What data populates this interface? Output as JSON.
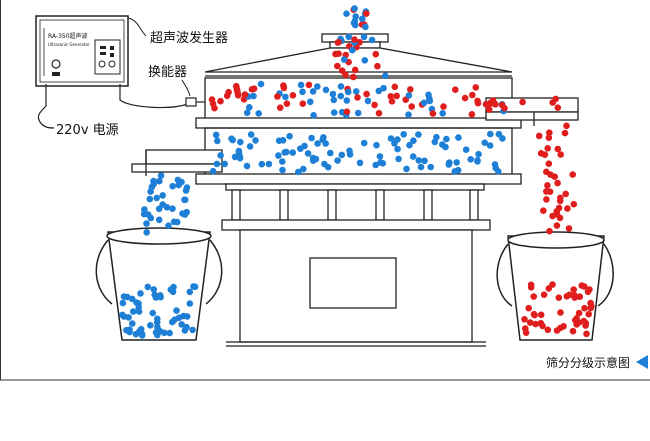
{
  "labels": {
    "generator": "超声波发生器",
    "transducer": "换能器",
    "power": "220v 电源",
    "caption": "筛分分级示意图"
  },
  "device": {
    "model": "RA-350超声波",
    "subtitle": "Ultrasonic Generator"
  },
  "colors": {
    "blue_particle": "#1e7fd6",
    "red_particle": "#e01e1e",
    "outline": "#222222",
    "arrow": "#1e7fd6"
  }
}
